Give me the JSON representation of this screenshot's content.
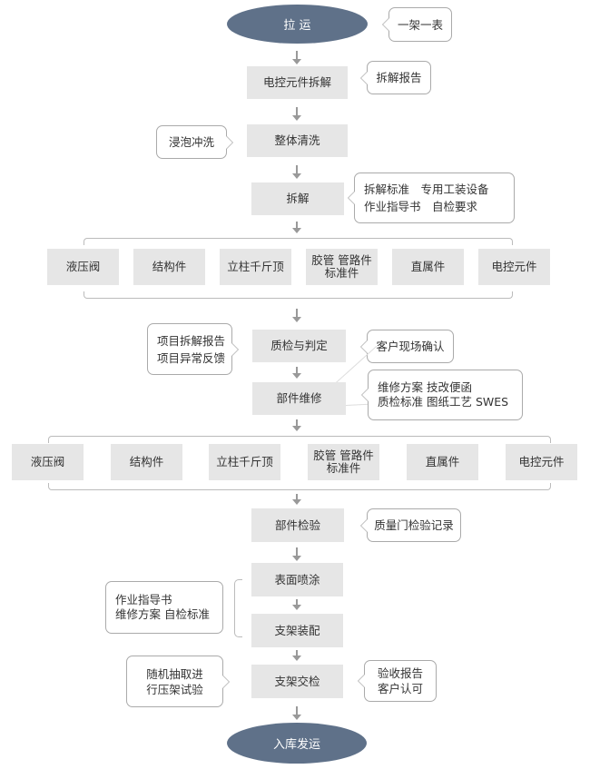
{
  "colors": {
    "terminal": "#5f7189",
    "process": "#e6e6e6",
    "callout_border": "#aaaaaa"
  },
  "start": "拉 运",
  "end": "入库发运",
  "steps": {
    "s1": "电控元件拆解",
    "s2": "整体清洗",
    "s3": "拆解",
    "s4": "质检与判定",
    "s5": "部件维修",
    "s6": "部件检验",
    "s7": "表面喷涂",
    "s8": "支架装配",
    "s9": "支架交检"
  },
  "components": [
    "液压阀",
    "结构件",
    "立柱千斤顶",
    "胶管 管路件\n标准件",
    "直属件",
    "电控元件"
  ],
  "notes": {
    "n1": "一架一表",
    "n2": "拆解报告",
    "n3": "浸泡冲洗",
    "n4": [
      "拆解标准　专用工装设备",
      "作业指导书　自检要求"
    ],
    "n5": [
      "项目拆解报告",
      "项目异常反馈"
    ],
    "n6": "客户现场确认",
    "n7": [
      "维修方案  技改便函",
      "质检标准  图纸工艺  SWES"
    ],
    "n8": "质量门检验记录",
    "n9": [
      "作业指导书",
      "维修方案 自检标准"
    ],
    "n10": [
      "随机抽取进",
      "行压架试验"
    ],
    "n11": [
      "验收报告",
      "客户认可"
    ]
  }
}
